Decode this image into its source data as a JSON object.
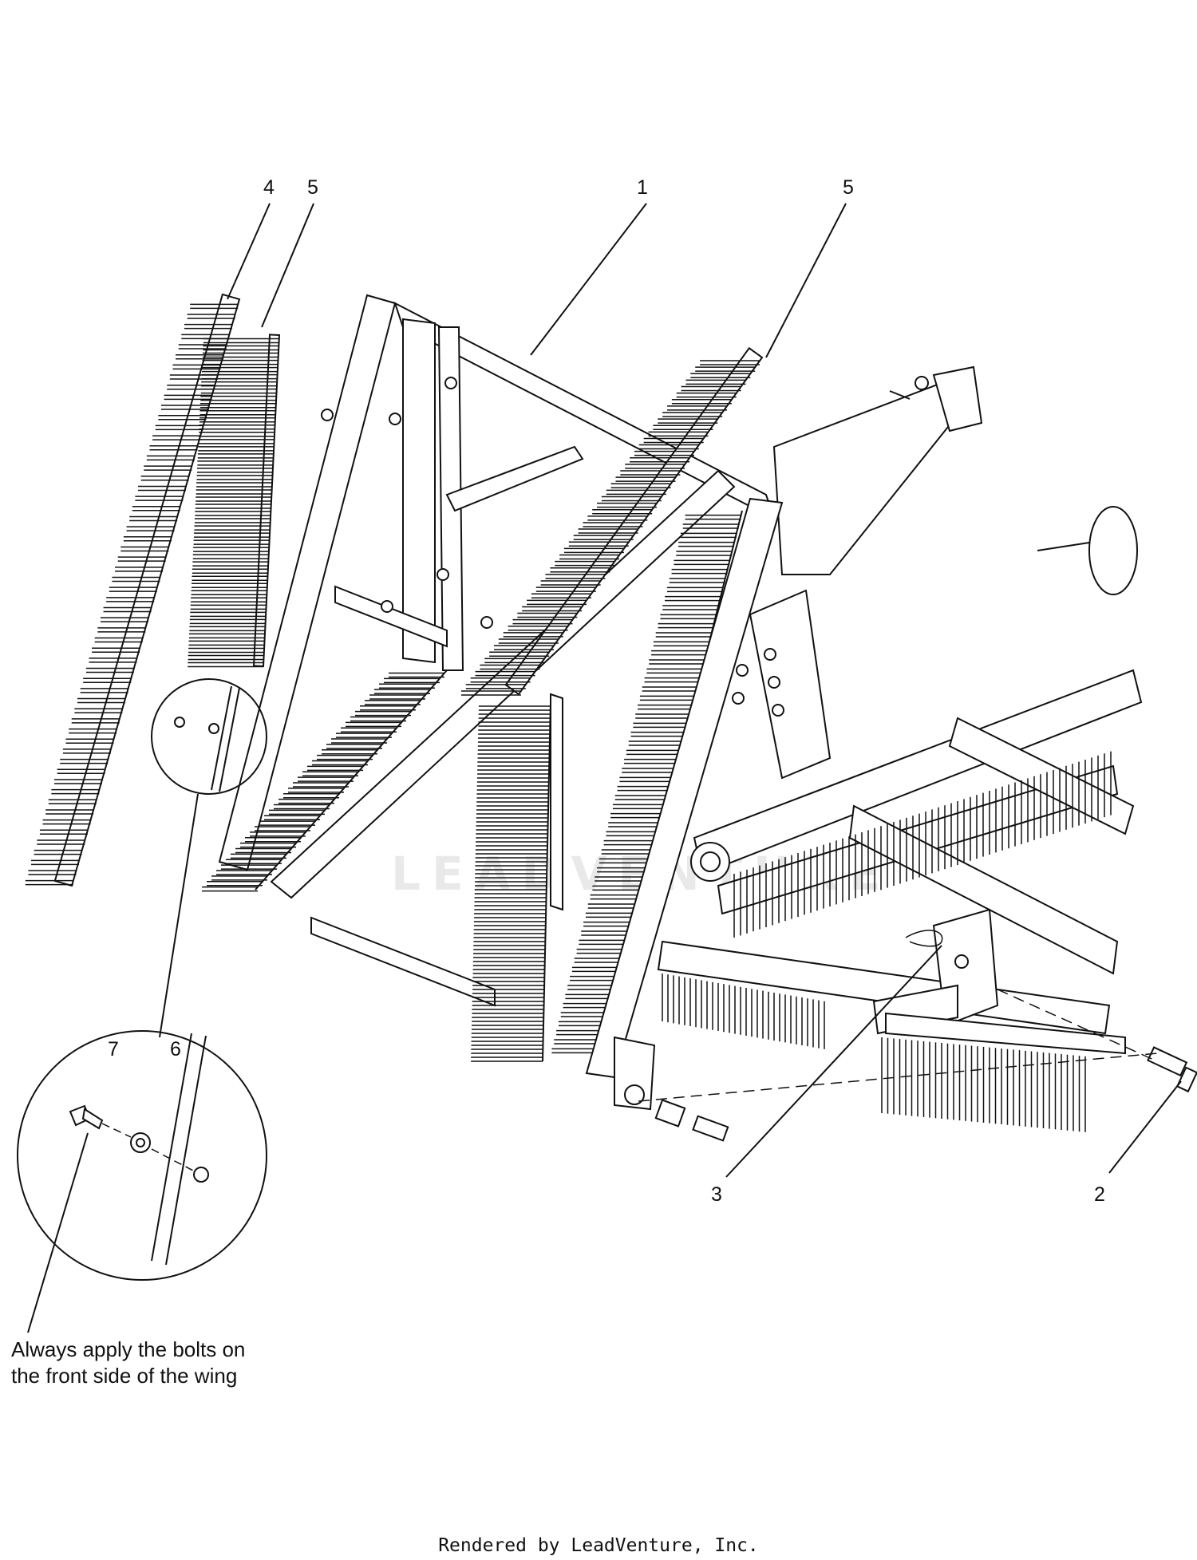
{
  "callouts": [
    {
      "id": "1",
      "label": "1"
    },
    {
      "id": "2",
      "label": "2"
    },
    {
      "id": "3",
      "label": "3"
    },
    {
      "id": "4",
      "label": "4"
    },
    {
      "id": "5a",
      "label": "5"
    },
    {
      "id": "5b",
      "label": "5"
    },
    {
      "id": "6",
      "label": "6"
    },
    {
      "id": "7",
      "label": "7"
    }
  ],
  "note": {
    "line1": "Always apply the bolts on",
    "line2": "the front side of the wing"
  },
  "footer": "Rendered by LeadVenture, Inc.",
  "watermark": "LEADVENTURE",
  "colors": {
    "line": "#111111",
    "background": "#ffffff",
    "watermark": "#e9e9e9"
  }
}
